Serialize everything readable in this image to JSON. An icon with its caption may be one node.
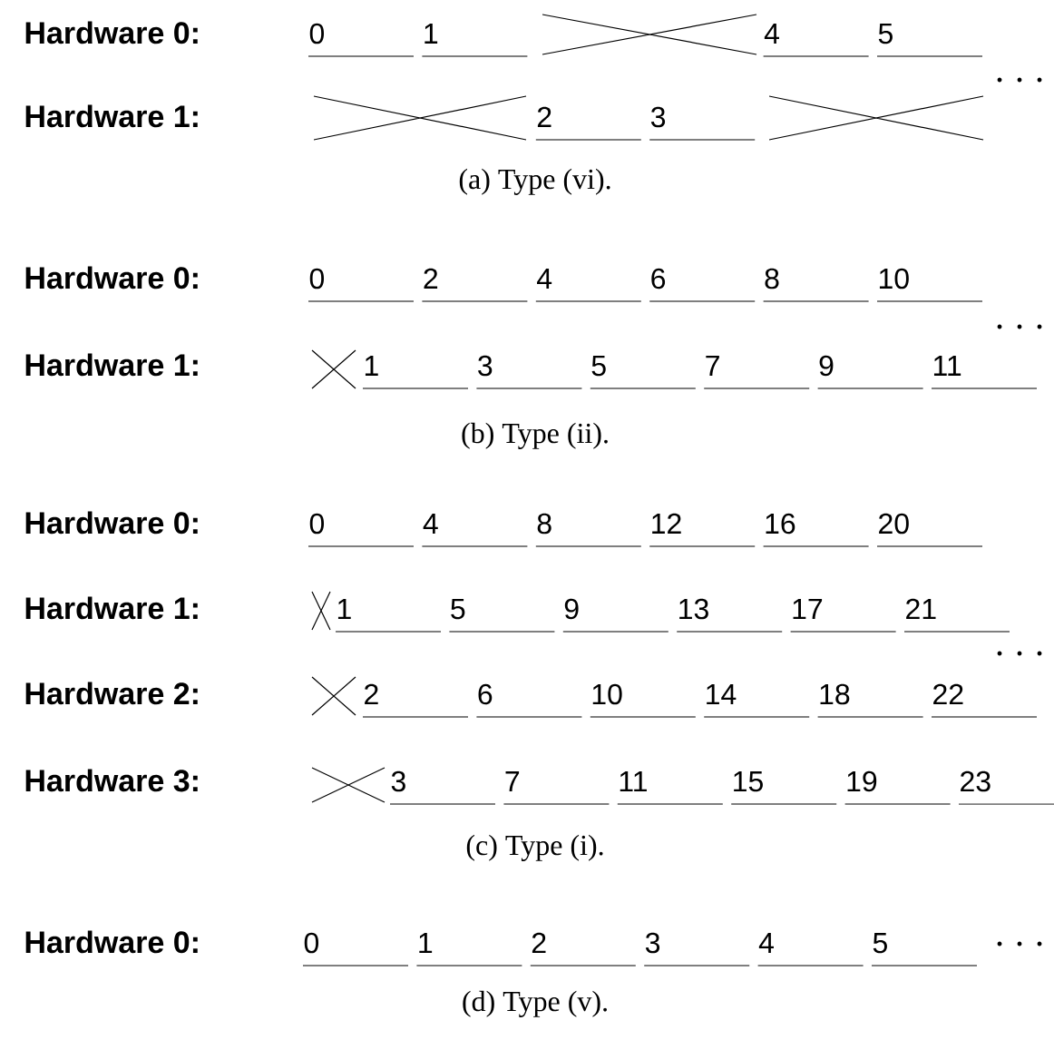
{
  "diagram": {
    "labels": [
      "Hardware 0:",
      "0",
      "1",
      "4",
      "5",
      "Hardware 1:",
      "2",
      "3",
      "(a) Type (vi).",
      "Hardware 0:",
      "0",
      "2",
      "4",
      "6",
      "8",
      "10",
      "Hardware 1:",
      "1",
      "3",
      "5",
      "7",
      "9",
      "11",
      "(b) Type (ii).",
      "Hardware 0:",
      "0",
      "4",
      "8",
      "12",
      "16",
      "20",
      "Hardware 1:",
      "1",
      "5",
      "9",
      "13",
      "17",
      "21",
      "Hardware 2:",
      "2",
      "6",
      "10",
      "14",
      "18",
      "22",
      "Hardware 3:",
      "3",
      "7",
      "11",
      "15",
      "19",
      "23",
      "(c) Type (i).",
      "Hardware 0:",
      "0",
      "1",
      "2",
      "3",
      "4",
      "5",
      "(d) Type (v)."
    ]
  }
}
